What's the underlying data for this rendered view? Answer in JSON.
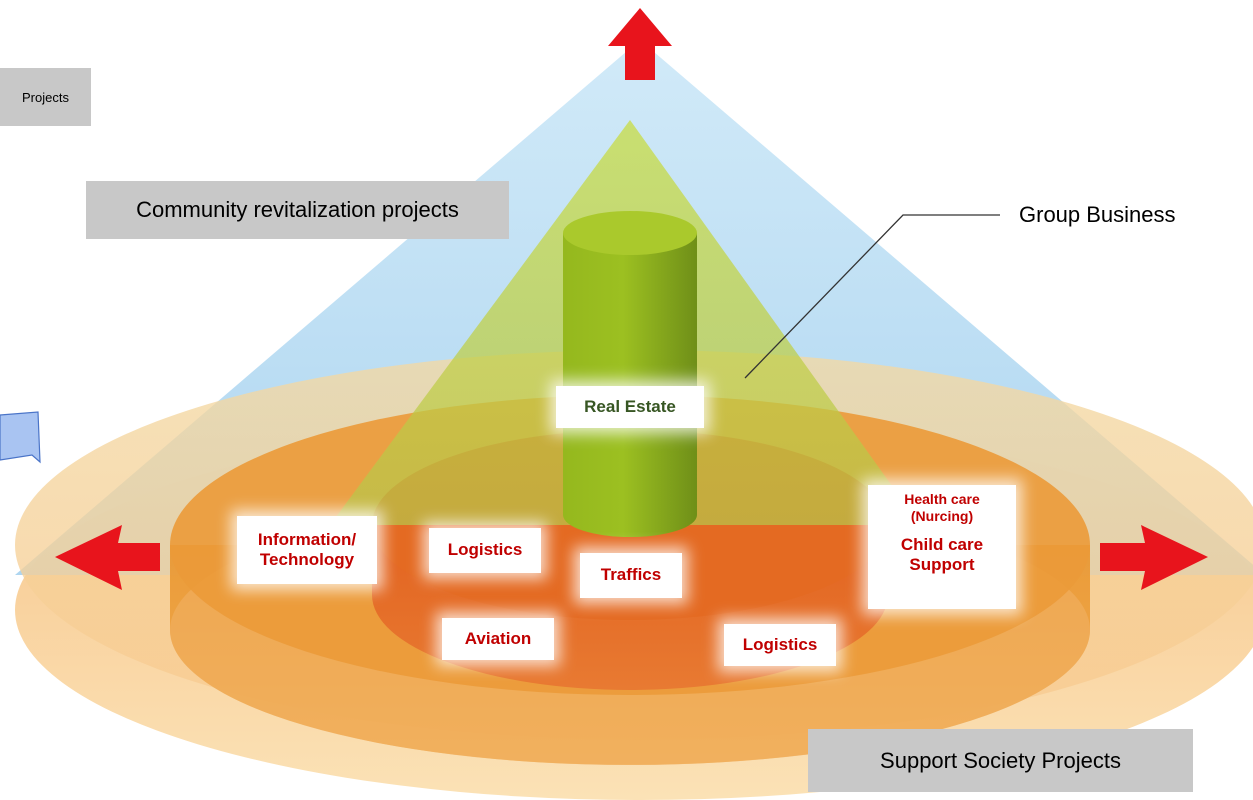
{
  "labels": {
    "top_left_fragment": "Projects",
    "community": "Community revitalization projects",
    "group_business": "Group Business",
    "support_society": "Support Society Projects"
  },
  "businesses": {
    "real_estate": "Real Estate",
    "info_tech_line1": "Information/",
    "info_tech_line2": "Technology",
    "logistics_upper": "Logistics",
    "traffics": "Traffics",
    "aviation": "Aviation",
    "logistics_lower": "Logistics",
    "health_care_line1": "Health care",
    "health_care_line2": "(Nurcing)",
    "child_care_line1": "Child care",
    "child_care_line2": "Support"
  },
  "colors": {
    "arrow_red": "#e8141c",
    "text_red": "#c00000",
    "real_estate_green": "#375623",
    "cone_blue": "#bfe0f5",
    "pyramid_green": "#c5d83a",
    "outer_ring": "#f5c98a",
    "middle_ring": "#f0a040",
    "inner_disc": "#e8722a",
    "cylinder_green": "#8fb028",
    "label_gray": "#c8c8c8"
  }
}
